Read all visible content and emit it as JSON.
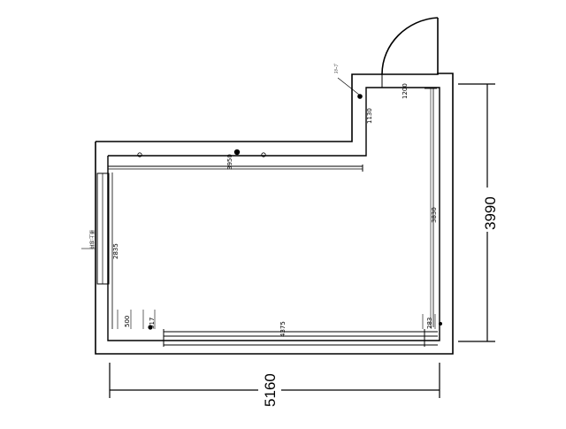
{
  "drawing": {
    "overall_width": "5160",
    "overall_depth": "3990",
    "dims": {
      "top_wall": "3950",
      "right_wall": "3830",
      "left_wall": "2835",
      "bottom_wall": "4375",
      "notch_vertical": "1130",
      "door_opening": "1200",
      "bottom_left_1": "500",
      "bottom_left_2": "317",
      "bottom_right": "283"
    },
    "notes": {
      "corner_tag": "ｽﾘｰﾌﾞ",
      "window_tag": "腰上:窓枠"
    },
    "colors": {
      "line": "#000000",
      "paper": "#ffffff"
    }
  }
}
